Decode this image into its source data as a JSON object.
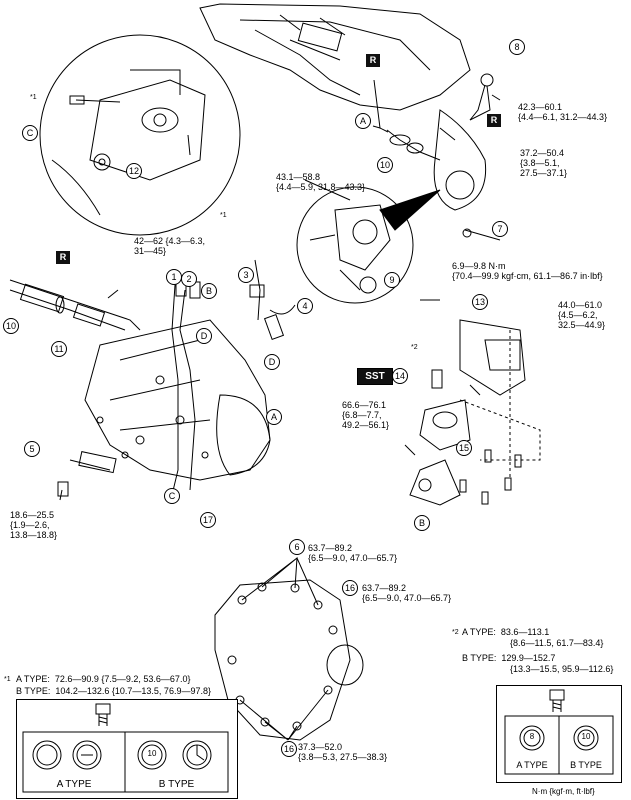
{
  "references": {
    "r_top": "R",
    "r_left": "R",
    "r_right": "R",
    "sst": "SST"
  },
  "letters": {
    "a": "A",
    "b": "B",
    "c": "C",
    "d": "D"
  },
  "numbers": [
    "1",
    "2",
    "3",
    "4",
    "5",
    "6",
    "7",
    "8",
    "9",
    "10",
    "11",
    "12",
    "13",
    "14",
    "15",
    "16",
    "17"
  ],
  "torques": {
    "t8": "42.3—60.1\n{4.4—6.1, 31.2—44.3}",
    "t37": "37.2—50.4\n{3.8—5.1,\n27.5—37.1}",
    "t43": "43.1—58.8\n{4.4—5.9, 31.8—43.3}",
    "t42": "42—62 {4.3—6.3,\n31—45}",
    "t69": "6.9—9.8 N·m\n{70.4—99.9 kgf·cm, 61.1—86.7 in·lbf}",
    "t44": "44.0—61.0\n{4.5—6.2,\n32.5—44.9}",
    "t66": "66.6—76.1\n{6.8—7.7,\n49.2—56.1}",
    "t18": "18.6—25.5\n{1.9—2.6,\n13.8—18.8}",
    "t6": "63.7—89.2\n{6.5—9.0, 47.0—65.7}",
    "t16a": "63.7—89.2\n{6.5—9.0, 47.0—65.7}",
    "t16b": "37.3—52.0\n{3.8—5.3, 27.5—38.3}"
  },
  "notes": {
    "star1": "*1",
    "star2": "*2",
    "note1_a": "A TYPE:  72.6—90.9 {7.5—9.2, 53.6—67.0}",
    "note1_b": "B TYPE:  104.2—132.6 {10.7—13.5, 76.9—97.8}",
    "note2_a": "A TYPE:  83.6—113.1",
    "note2_a2": "{8.6—11.5, 61.7—83.4}",
    "note2_b": "B TYPE:  129.9—152.7",
    "note2_b2": "{13.3—15.5, 95.9—112.6}"
  },
  "legend_left": {
    "type_a": "A TYPE",
    "type_b": "B TYPE",
    "mark_b": "10"
  },
  "legend_right": {
    "type_a": "A TYPE",
    "type_b": "B TYPE",
    "mark_a": "8",
    "mark_b": "10"
  },
  "units": "N·m {kgf·m, ft·lbf}"
}
